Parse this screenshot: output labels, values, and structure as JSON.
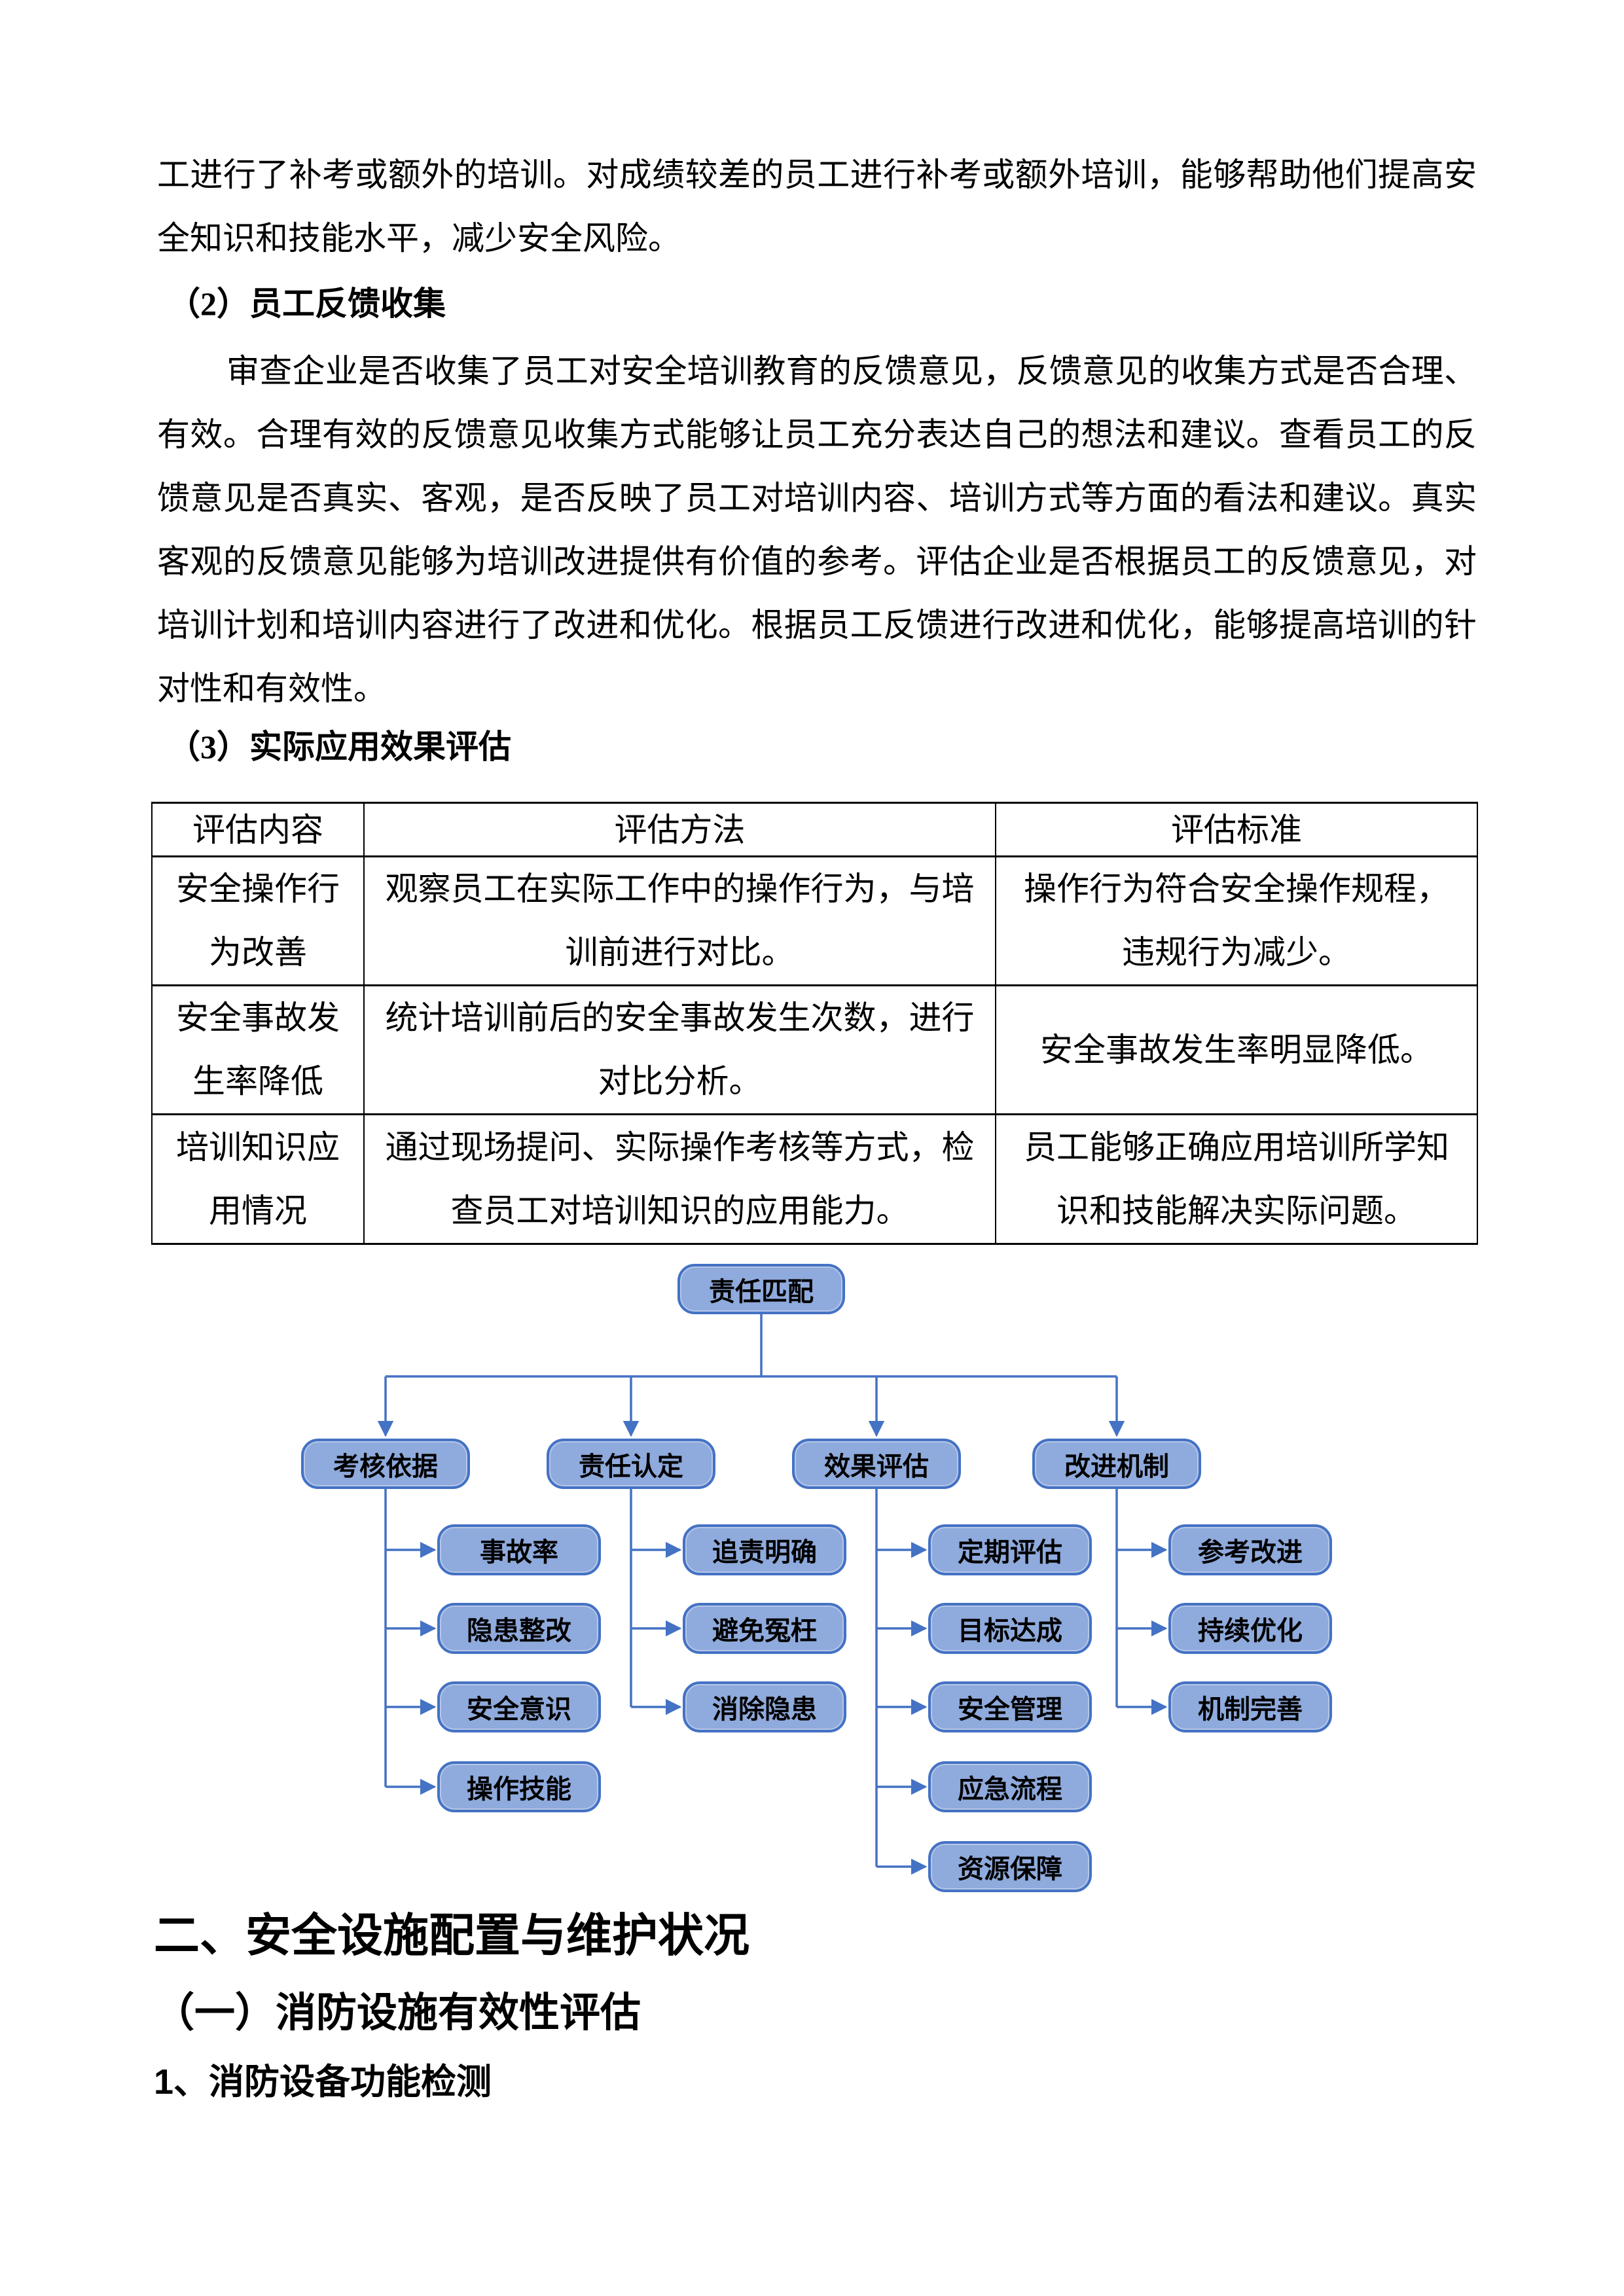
{
  "content": {
    "paragraph_top": "工进行了补考或额外的培训。对成绩较差的员工进行补考或额外培训，能够帮助他们提高安全知识和技能水平，减少安全风险。",
    "heading_feedback": "（2）员工反馈收集",
    "paragraph_feedback": "审查企业是否收集了员工对安全培训教育的反馈意见，反馈意见的收集方式是否合理、有效。合理有效的反馈意见收集方式能够让员工充分表达自己的想法和建议。查看员工的反馈意见是否真实、客观，是否反映了员工对培训内容、培训方式等方面的看法和建议。真实客观的反馈意见能够为培训改进提供有价值的参考。评估企业是否根据员工的反馈意见，对培训计划和培训内容进行了改进和优化。根据员工反馈进行改进和优化，能够提高培训的针对性和有效性。",
    "heading_application": "（3）实际应用效果评估"
  },
  "table": {
    "headers": [
      "评估内容",
      "评估方法",
      "评估标准"
    ],
    "rows": [
      [
        "安全操作行\n为改善",
        "观察员工在实际工作中的操作行为，与培\n训前进行对比。",
        "操作行为符合安全操作规程，\n违规行为减少。"
      ],
      [
        "安全事故发\n生率降低",
        "统计培训前后的安全事故发生次数，进行\n对比分析。",
        "安全事故发生率明显降低。"
      ],
      [
        "培训知识应\n用情况",
        "通过现场提问、实际操作考核等方式，检\n查员工对培训知识的应用能力。",
        "员工能够正确应用培训所学知\n识和技能解决实际问题。"
      ]
    ]
  },
  "diagram": {
    "root": "责任匹配",
    "branches": [
      {
        "label": "考核依据",
        "children": [
          "事故率",
          "隐患整改",
          "安全意识",
          "操作技能"
        ]
      },
      {
        "label": "责任认定",
        "children": [
          "追责明确",
          "避免冤枉",
          "消除隐患"
        ]
      },
      {
        "label": "效果评估",
        "children": [
          "定期评估",
          "目标达成",
          "安全管理",
          "应急流程",
          "资源保障"
        ]
      },
      {
        "label": "改进机制",
        "children": [
          "参考改进",
          "持续优化",
          "机制完善"
        ]
      }
    ],
    "colors": {
      "node_fill": "#8faadc",
      "node_border": "#4472c4",
      "connector": "#4472c4"
    }
  },
  "footer_headings": {
    "section": "二、安全设施配置与维护状况",
    "subsection": "（一）消防设施有效性评估",
    "item": "1、消防设备功能检测"
  }
}
